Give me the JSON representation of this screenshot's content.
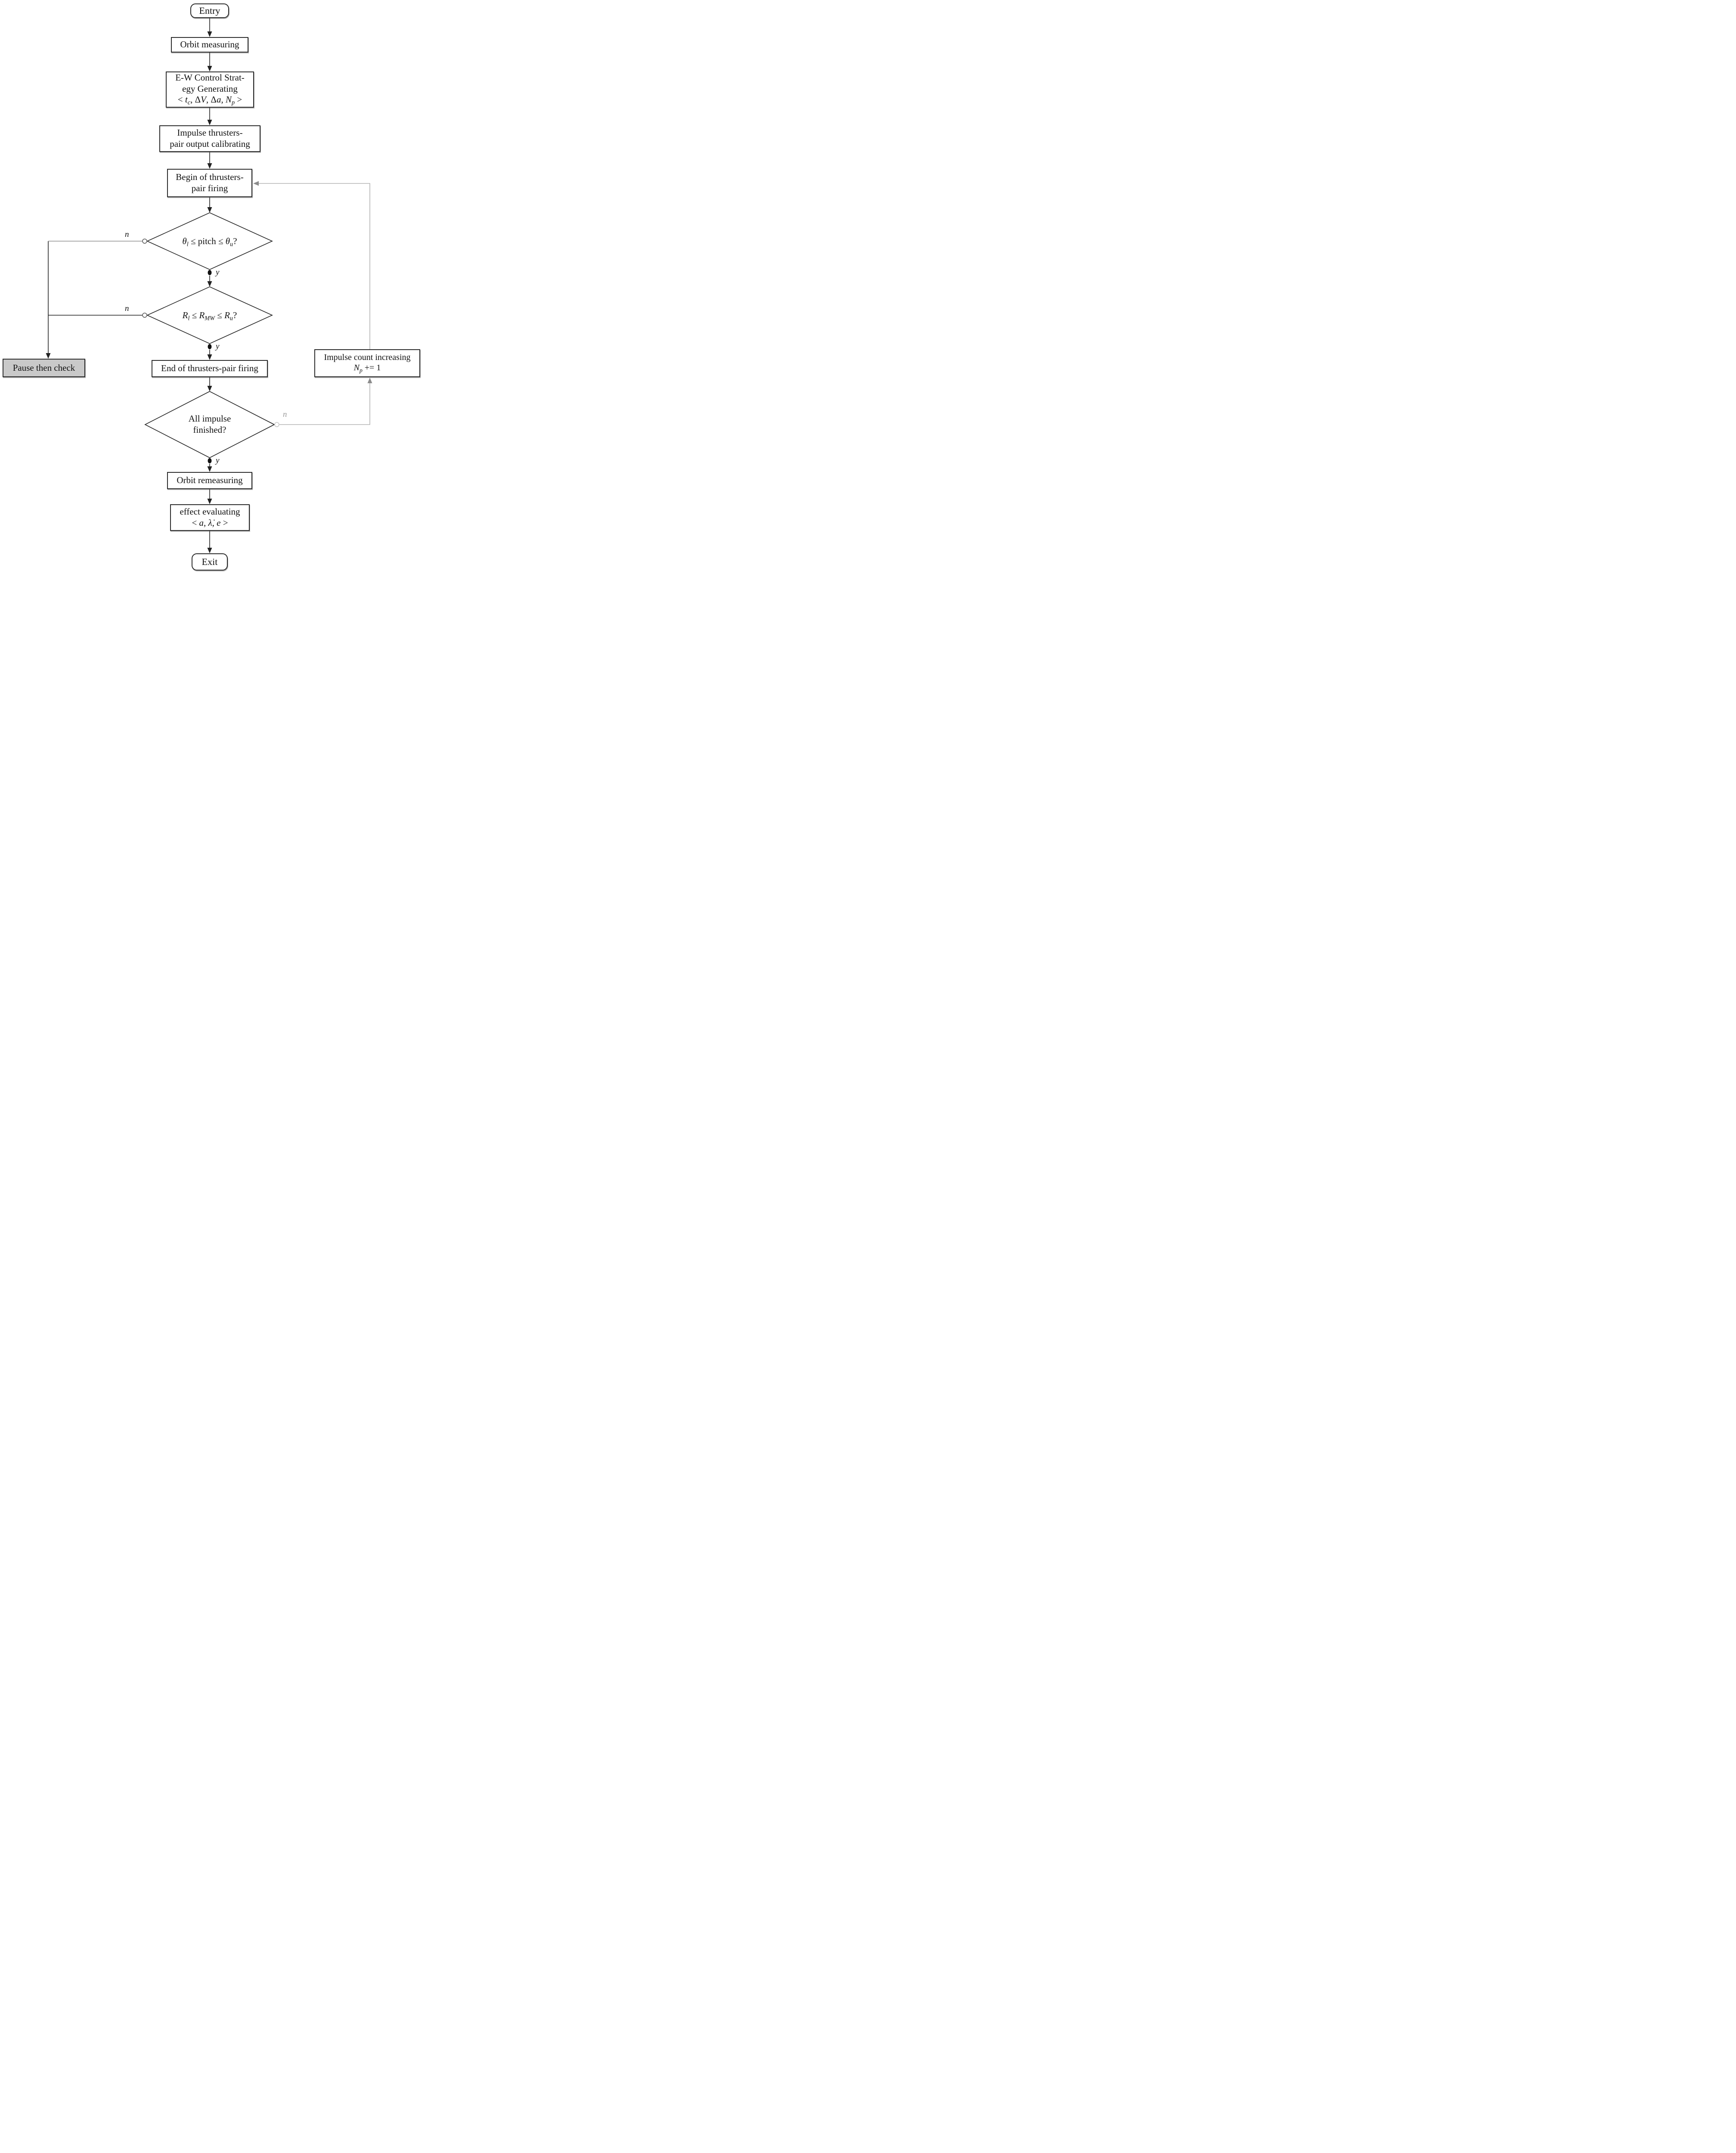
{
  "colors": {
    "line_black": "#222222",
    "line_gray": "#b3b3b3",
    "arrow_gray": "#8c8c8c",
    "label_gray": "#9c9c9c",
    "box_fill": "#ffffff",
    "pause_fill": "#c9c9c9"
  },
  "nodes": {
    "entry": {
      "label": "Entry"
    },
    "orbit_measuring": {
      "label": "Orbit measuring"
    },
    "strategy": {
      "line1": "E-W Control Strat-",
      "line2": "egy Generating",
      "math": [
        [
          "rm",
          "< "
        ],
        [
          "it",
          "t"
        ],
        [
          "sub",
          "c"
        ],
        [
          "rm",
          ", Δ"
        ],
        [
          "it",
          "V"
        ],
        [
          "rm",
          ", Δ"
        ],
        [
          "it",
          "a"
        ],
        [
          "rm",
          ", "
        ],
        [
          "it",
          "N"
        ],
        [
          "sub",
          "p"
        ],
        [
          "rm",
          " >"
        ]
      ]
    },
    "calibrating": {
      "line1": "Impulse thrusters-",
      "line2": "pair output calibrating"
    },
    "begin_firing": {
      "line1": "Begin of thrusters-",
      "line2": "pair firing"
    },
    "pitch_check": {
      "math": [
        [
          "it",
          "θ"
        ],
        [
          "sub",
          "l"
        ],
        [
          "rm",
          " ≤ pitch ≤ "
        ],
        [
          "it",
          "θ"
        ],
        [
          "sub",
          "u"
        ],
        [
          "rm",
          "?"
        ]
      ]
    },
    "radius_check": {
      "math": [
        [
          "it",
          "R"
        ],
        [
          "sub",
          "l"
        ],
        [
          "rm",
          " ≤ "
        ],
        [
          "it",
          "R"
        ],
        [
          "sub",
          "MW"
        ],
        [
          "rm",
          " ≤ "
        ],
        [
          "it",
          "R"
        ],
        [
          "sub",
          "u"
        ],
        [
          "rm",
          "?"
        ]
      ]
    },
    "pause": {
      "label": "Pause then check"
    },
    "end_firing": {
      "label": "End of thrusters-pair firing"
    },
    "all_finished": {
      "line1": "All impulse",
      "line2": "finished?"
    },
    "impulse_count": {
      "line1": "Impulse count increasing",
      "math": [
        [
          "it",
          "N"
        ],
        [
          "sub",
          "p"
        ],
        [
          "rm",
          " += 1"
        ]
      ]
    },
    "orbit_remeasuring": {
      "label": "Orbit remeasuring"
    },
    "effect": {
      "line1": "effect evaluating",
      "math": [
        [
          "rm",
          "< "
        ],
        [
          "it",
          "a"
        ],
        [
          "rm",
          ", "
        ],
        [
          "it",
          "λ̇"
        ],
        [
          "rm",
          ", "
        ],
        [
          "it",
          "e"
        ],
        [
          "rm",
          " >"
        ]
      ]
    },
    "exit": {
      "label": "Exit"
    }
  },
  "branch_labels": {
    "pitch_no": "n",
    "pitch_yes": "y",
    "radius_no": "n",
    "radius_yes": "y",
    "finished_no": "n",
    "finished_yes": "y"
  }
}
